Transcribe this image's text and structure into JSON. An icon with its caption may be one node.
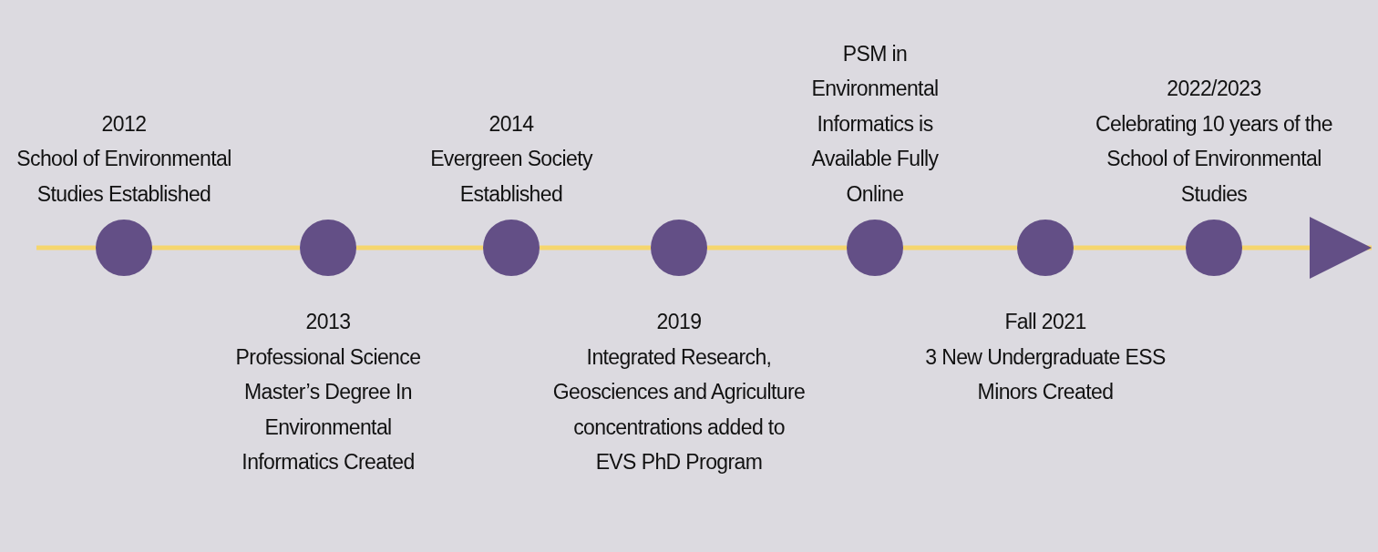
{
  "diagram": {
    "nodes": [
      {
        "text": [],
        "shape": "circle",
        "beside": [
          "2012",
          "School of Environmental Studies Established"
        ]
      },
      {
        "text": [],
        "shape": "circle",
        "beside": [
          "2013",
          "Professional Science Master’s Degree In Environmental Informatics Created"
        ]
      },
      {
        "text": [],
        "shape": "circle",
        "beside": [
          "2014",
          "Evergreen Society Established"
        ]
      },
      {
        "text": [],
        "shape": "circle",
        "beside": [
          "2019",
          "Integrated Research, Geosciences and Agriculture concentrations added to EVS PhD Program"
        ]
      },
      {
        "text": [],
        "shape": "circle",
        "beside": [
          "PSM in Environmental Informatics is Available Fully Online"
        ]
      },
      {
        "text": [],
        "shape": "circle",
        "beside": [
          "Fall 2021",
          "3 New Undergraduate ESS Minors Created"
        ]
      },
      {
        "text": [],
        "shape": "circle",
        "beside": [
          "2022/2023",
          "Celebrating 10 years of the School of Environmental Studies"
        ]
      }
    ],
    "edges": [
      {
        "from": null,
        "to": 0,
        "arrow": "none"
      },
      {
        "from": 0,
        "to": 1,
        "arrow": "none"
      },
      {
        "from": 1,
        "to": 2,
        "arrow": "none"
      },
      {
        "from": 2,
        "to": 3,
        "arrow": "none"
      },
      {
        "from": 3,
        "to": 4,
        "arrow": "none"
      },
      {
        "from": 4,
        "to": 5,
        "arrow": "none"
      },
      {
        "from": 5,
        "to": 6,
        "arrow": "none"
      },
      {
        "from": 6,
        "to": null,
        "arrow": "to"
      }
    ]
  }
}
